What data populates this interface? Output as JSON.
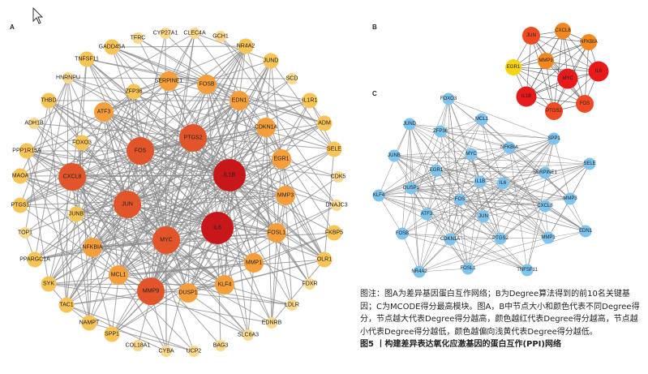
{
  "panels": {
    "a": "A",
    "b": "B",
    "c": "C"
  },
  "caption": {
    "note": "图注：图A为差异基因蛋白互作网络；B为Degree算法得到的前10名关键基因；C为MCODE得分最高模块。图A，B中节点大小和颜色代表不同Degree得分，节点越大代表Degree得分越高，颜色越红代表Degree得分越高，节点越小代表Degree得分越低，颜色越偏向浅黄代表Degree得分越低。",
    "title": "图5 丨构建差异表达氧化应激基因的蛋白互作(PPI)网络"
  },
  "colors": {
    "edge": "#8a8a8a",
    "blue_node": "#7ec4ec",
    "top": "#c8171a",
    "high": "#e2552a",
    "mid": "#f49e3c",
    "low": "#f7c458",
    "pale": "#fad98e"
  },
  "network_a": {
    "nodes": [
      {
        "id": "TFRC",
        "level": "pale"
      },
      {
        "id": "CYP27A1",
        "level": "pale"
      },
      {
        "id": "CLEC4A",
        "level": "pale"
      },
      {
        "id": "GCH1",
        "level": "pale"
      },
      {
        "id": "GADD45A",
        "level": "low"
      },
      {
        "id": "NR4A2",
        "level": "low"
      },
      {
        "id": "TNFSF11",
        "level": "low"
      },
      {
        "id": "JUND",
        "level": "low"
      },
      {
        "id": "HNRNPU",
        "level": "pale"
      },
      {
        "id": "SCD",
        "level": "pale"
      },
      {
        "id": "SERPINE1",
        "level": "mid"
      },
      {
        "id": "ZFP36",
        "level": "low"
      },
      {
        "id": "FOSB",
        "level": "mid"
      },
      {
        "id": "THBD",
        "level": "low"
      },
      {
        "id": "EDN1",
        "level": "mid"
      },
      {
        "id": "IL1R1",
        "level": "low"
      },
      {
        "id": "ATF3",
        "level": "mid"
      },
      {
        "id": "ADH1B",
        "level": "pale"
      },
      {
        "id": "ADM",
        "level": "low"
      },
      {
        "id": "CDKN1A",
        "level": "mid"
      },
      {
        "id": "PTGS2",
        "level": "high"
      },
      {
        "id": "FOXO3",
        "level": "low"
      },
      {
        "id": "SELE",
        "level": "low"
      },
      {
        "id": "PPP1R15A",
        "level": "low"
      },
      {
        "id": "FOS",
        "level": "high"
      },
      {
        "id": "EGR1",
        "level": "mid"
      },
      {
        "id": "IL1B",
        "level": "top"
      },
      {
        "id": "MAOA",
        "level": "low"
      },
      {
        "id": "CXCL8",
        "level": "high"
      },
      {
        "id": "CDK5",
        "level": "pale"
      },
      {
        "id": "MMP3",
        "level": "mid"
      },
      {
        "id": "JUN",
        "level": "high"
      },
      {
        "id": "PTGS1",
        "level": "low"
      },
      {
        "id": "DNAJC3",
        "level": "pale"
      },
      {
        "id": "JUNB",
        "level": "low"
      },
      {
        "id": "IL6",
        "level": "top"
      },
      {
        "id": "TOP1",
        "level": "pale"
      },
      {
        "id": "FKBP5",
        "level": "low"
      },
      {
        "id": "FOSL1",
        "level": "mid"
      },
      {
        "id": "NFKBIA",
        "level": "mid"
      },
      {
        "id": "MYC",
        "level": "high"
      },
      {
        "id": "PPARGC1A",
        "level": "low"
      },
      {
        "id": "OLR1",
        "level": "low"
      },
      {
        "id": "MMP1",
        "level": "mid"
      },
      {
        "id": "MCL1",
        "level": "mid"
      },
      {
        "id": "SYK",
        "level": "low"
      },
      {
        "id": "KLF4",
        "level": "mid"
      },
      {
        "id": "FDXR",
        "level": "pale"
      },
      {
        "id": "MMP9",
        "level": "high"
      },
      {
        "id": "DUSP1",
        "level": "mid"
      },
      {
        "id": "TAC1",
        "level": "low"
      },
      {
        "id": "LDLR",
        "level": "pale"
      },
      {
        "id": "NAMPT",
        "level": "low"
      },
      {
        "id": "EDNRB",
        "level": "pale"
      },
      {
        "id": "SPP1",
        "level": "low"
      },
      {
        "id": "SLC6A3",
        "level": "pale"
      },
      {
        "id": "COL18A1",
        "level": "pale"
      },
      {
        "id": "BAG3",
        "level": "pale"
      },
      {
        "id": "CYBA",
        "level": "pale"
      },
      {
        "id": "UCP2",
        "level": "pale"
      }
    ]
  },
  "network_b": {
    "nodes": [
      {
        "id": "JUN",
        "level": "high"
      },
      {
        "id": "CXCL8",
        "level": "mid"
      },
      {
        "id": "NFKBIA",
        "level": "mid"
      },
      {
        "id": "MMP9",
        "level": "mid"
      },
      {
        "id": "EGR1",
        "level": "pale"
      },
      {
        "id": "MYC",
        "level": "top"
      },
      {
        "id": "IL6",
        "level": "top"
      },
      {
        "id": "IL1B",
        "level": "top"
      },
      {
        "id": "PTGS2",
        "level": "high"
      },
      {
        "id": "FOS",
        "level": "high"
      }
    ]
  },
  "network_c": {
    "nodes": [
      {
        "id": "FOXO3"
      },
      {
        "id": "MCL1"
      },
      {
        "id": "JUND"
      },
      {
        "id": "ZFP36"
      },
      {
        "id": "SPP1"
      },
      {
        "id": "MYC"
      },
      {
        "id": "NFKBIA"
      },
      {
        "id": "JUNB"
      },
      {
        "id": "SELE"
      },
      {
        "id": "EGR1"
      },
      {
        "id": "SERPINE1"
      },
      {
        "id": "IL1B"
      },
      {
        "id": "DUSP1"
      },
      {
        "id": "IL6"
      },
      {
        "id": "KLF4"
      },
      {
        "id": "FOS"
      },
      {
        "id": "CXCL8"
      },
      {
        "id": "MMP3"
      },
      {
        "id": "ATF3"
      },
      {
        "id": "JUN"
      },
      {
        "id": "FOSB"
      },
      {
        "id": "PTGS2"
      },
      {
        "id": "MMP1"
      },
      {
        "id": "EDN1"
      },
      {
        "id": "CDKN1A"
      },
      {
        "id": "FOSL1"
      },
      {
        "id": "NR4A2"
      },
      {
        "id": "TNFSF11"
      }
    ]
  }
}
